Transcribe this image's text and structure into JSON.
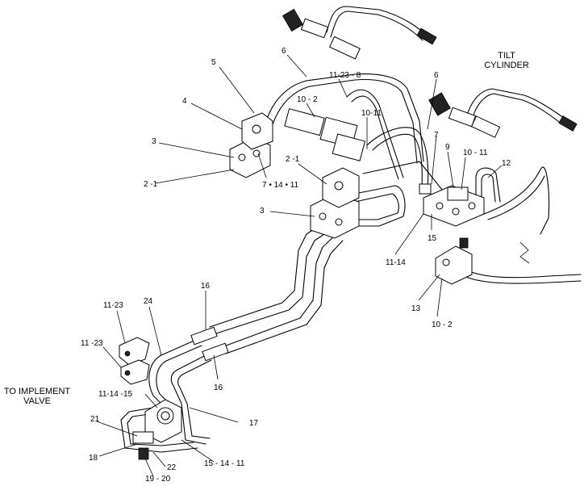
{
  "diagram": {
    "notes": {
      "tilt_line1": "TILT",
      "tilt_line2": "CYLINDER",
      "implement_line1": "TO  IMPLEMENT",
      "implement_line2": "VALVE"
    },
    "callouts": [
      {
        "id": "c5",
        "text": "5"
      },
      {
        "id": "c6a",
        "text": "6"
      },
      {
        "id": "c11238",
        "text": "11-23 - 8"
      },
      {
        "id": "c6b",
        "text": "6"
      },
      {
        "id": "c4",
        "text": "4"
      },
      {
        "id": "c102a",
        "text": "10 - 2"
      },
      {
        "id": "c1011a",
        "text": "10-11"
      },
      {
        "id": "c3a",
        "text": "3"
      },
      {
        "id": "c7a",
        "text": "7"
      },
      {
        "id": "c9",
        "text": "9"
      },
      {
        "id": "c1011b",
        "text": "10 - 11"
      },
      {
        "id": "c21a",
        "text": "2 -1"
      },
      {
        "id": "c12",
        "text": "12"
      },
      {
        "id": "c21b",
        "text": "2 -1"
      },
      {
        "id": "c71411",
        "text": "7  • 14 • 11"
      },
      {
        "id": "c3b",
        "text": "3"
      },
      {
        "id": "c15a",
        "text": "15"
      },
      {
        "id": "c1114a",
        "text": "11-14"
      },
      {
        "id": "c16a",
        "text": "16"
      },
      {
        "id": "c13",
        "text": "13"
      },
      {
        "id": "c1123a",
        "text": "11-23"
      },
      {
        "id": "c24",
        "text": "24"
      },
      {
        "id": "c102b",
        "text": "10 - 2"
      },
      {
        "id": "c1123b",
        "text": "11 -23"
      },
      {
        "id": "c16b",
        "text": "16"
      },
      {
        "id": "c111415",
        "text": "11-14 -15"
      },
      {
        "id": "c17",
        "text": "17"
      },
      {
        "id": "c21c",
        "text": "21"
      },
      {
        "id": "c18",
        "text": "18"
      },
      {
        "id": "c151411",
        "text": "15 - 14 - 11"
      },
      {
        "id": "c22",
        "text": "22"
      },
      {
        "id": "c1920",
        "text": "19 - 20"
      }
    ]
  }
}
